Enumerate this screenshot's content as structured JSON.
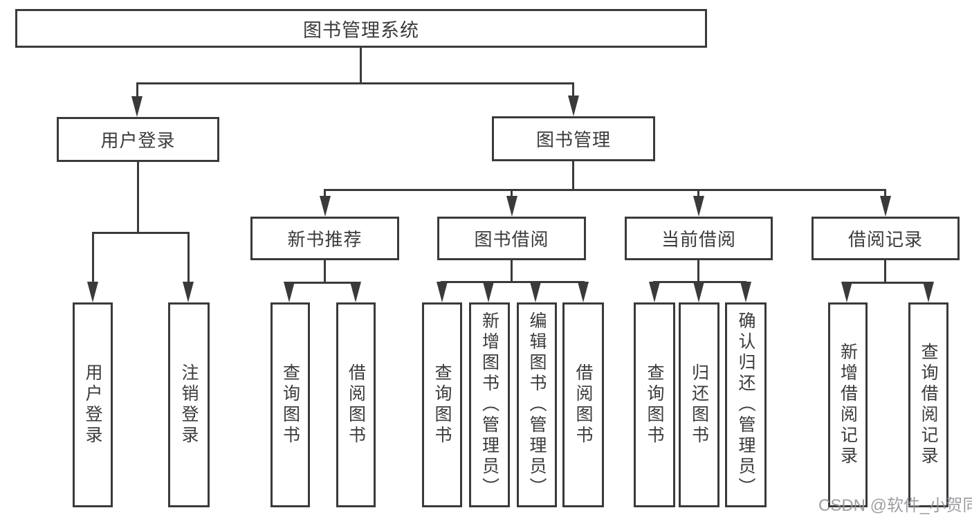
{
  "diagram": {
    "title": "图书管理系统",
    "watermark": "CSDN @软件_小贺同学",
    "level2": [
      {
        "label": "用户登录"
      },
      {
        "label": "图书管理"
      }
    ],
    "level3": [
      {
        "label": "新书推荐"
      },
      {
        "label": "图书借阅"
      },
      {
        "label": "当前借阅"
      },
      {
        "label": "借阅记录"
      }
    ],
    "leaves": [
      {
        "label": "用户登录"
      },
      {
        "label": "注销登录"
      },
      {
        "label": "查询图书"
      },
      {
        "label": "借阅图书"
      },
      {
        "label": "查询图书"
      },
      {
        "label": "新增图书（管理员）"
      },
      {
        "label": "编辑图书（管理员）"
      },
      {
        "label": "借阅图书"
      },
      {
        "label": "查询图书"
      },
      {
        "label": "归还图书"
      },
      {
        "label": "确认归还（管理员）"
      },
      {
        "label": "新增借阅记录"
      },
      {
        "label": "查询借阅记录"
      }
    ]
  }
}
